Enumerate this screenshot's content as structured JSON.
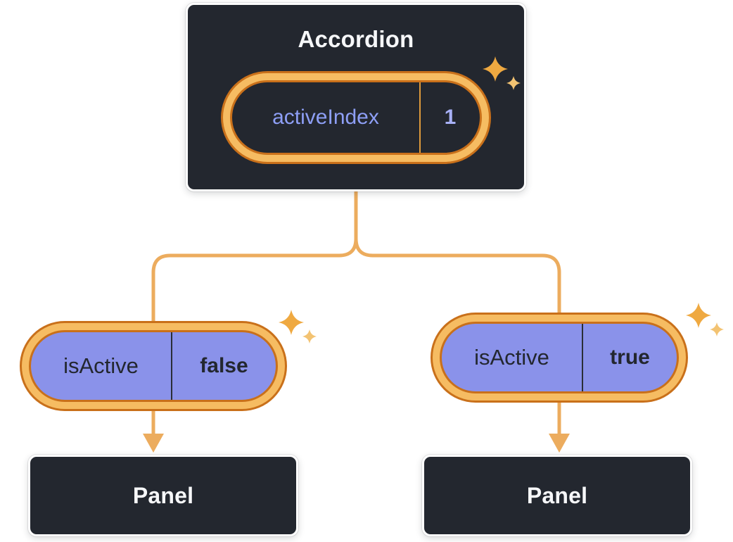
{
  "root_node": {
    "title": "Accordion",
    "state": {
      "name": "activeIndex",
      "value": "1"
    }
  },
  "children": [
    {
      "prop_name": "isActive",
      "prop_value": "false",
      "panel_label": "Panel"
    },
    {
      "prop_name": "isActive",
      "prop_value": "true",
      "panel_label": "Panel"
    }
  ],
  "icons": {
    "sparkle": "sparkle-icon"
  },
  "colors": {
    "dark_box": "#23272F",
    "box_border": "#FFFFFF",
    "gold_ring": "#F6BC62",
    "orange_edge": "#C9701A",
    "connector": "#ECAC5E",
    "pill_purple": "#8A92EA",
    "state_name_text": "#8E9FF6",
    "state_value_text": "#A8B1F8",
    "dark_text": "#23272F",
    "light_text": "#F6F7F9",
    "sparkle_big": "#EFA941",
    "sparkle_small": "#F3C372"
  }
}
